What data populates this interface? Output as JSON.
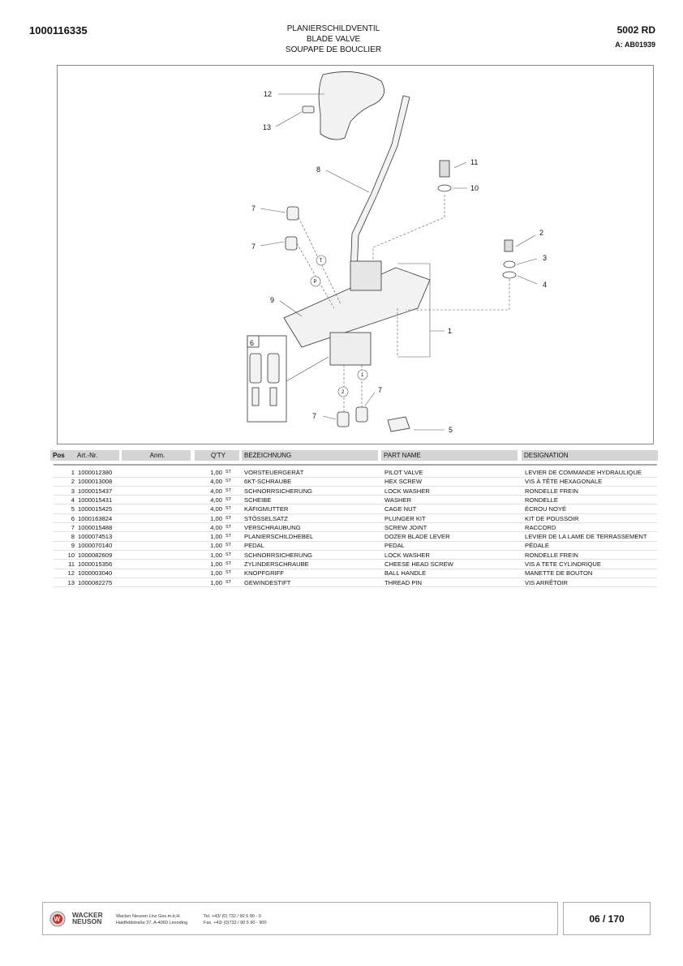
{
  "header": {
    "doc_number": "1000116335",
    "titles": [
      "PLANIERSCHILDVENTIL",
      "BLADE VALVE",
      "SOUPAPE DE BOUCLIER"
    ],
    "model": "5002 RD",
    "article_ref": "A: AB01939"
  },
  "diagram": {
    "callouts": [
      "12",
      "13",
      "8",
      "11",
      "10",
      "7",
      "7",
      "2",
      "3",
      "4",
      "9",
      "1",
      "6",
      "7",
      "7",
      "5"
    ],
    "port_labels": [
      "T",
      "P",
      "1",
      "2"
    ]
  },
  "table": {
    "headers": {
      "pos": "Pos",
      "art": "Art.-Nr.",
      "anm": "Anm.",
      "qty": "Q'TY",
      "bez": "BEZEICHNUNG",
      "part": "PART NAME",
      "des": "DESIGNATION"
    },
    "rows": [
      {
        "pos": "1",
        "art": "1000012380",
        "qty": "1,00",
        "unit": "ST",
        "bez": "VORSTEUERGERÄT",
        "part": "PILOT VALVE",
        "des": "LEVIER DE COMMANDE HYDRAULIQUE"
      },
      {
        "pos": "2",
        "art": "1000013008",
        "qty": "4,00",
        "unit": "ST",
        "bez": "6KT-SCHRAUBE",
        "part": "HEX SCREW",
        "des": "VIS À TÊTE HEXAGONALE"
      },
      {
        "pos": "3",
        "art": "1000015437",
        "qty": "4,00",
        "unit": "ST",
        "bez": "SCHNORRSICHERUNG",
        "part": "LOCK WASHER",
        "des": "RONDELLE FREIN"
      },
      {
        "pos": "4",
        "art": "1000015431",
        "qty": "4,00",
        "unit": "ST",
        "bez": "SCHEIBE",
        "part": "WASHER",
        "des": "RONDELLE"
      },
      {
        "pos": "5",
        "art": "1000015425",
        "qty": "4,00",
        "unit": "ST",
        "bez": "KÄFIGMUTTER",
        "part": "CAGE NUT",
        "des": "ÉCROU NOYÉ"
      },
      {
        "pos": "6",
        "art": "1000163824",
        "qty": "1,00",
        "unit": "ST",
        "bez": "STÖSSELSATZ",
        "part": "PLUNGER KIT",
        "des": "KIT DE POUSSOIR"
      },
      {
        "pos": "7",
        "art": "1000015488",
        "qty": "4,00",
        "unit": "ST",
        "bez": "VERSCHRAUBUNG",
        "part": "SCREW JOINT",
        "des": "RACCORD"
      },
      {
        "pos": "8",
        "art": "1000074513",
        "qty": "1,00",
        "unit": "ST",
        "bez": "PLANIERSCHILDHEBEL",
        "part": "DOZER BLADE LEVER",
        "des": "LEVIER DE LA LAME DE TERRASSEMENT"
      },
      {
        "pos": "9",
        "art": "1000070140",
        "qty": "1,00",
        "unit": "ST",
        "bez": "PEDAL",
        "part": "PEDAL",
        "des": "PÉDALE"
      },
      {
        "pos": "10",
        "art": "1000082609",
        "qty": "1,00",
        "unit": "ST",
        "bez": "SCHNORRSICHERUNG",
        "part": "LOCK WASHER",
        "des": "RONDELLE FREIN"
      },
      {
        "pos": "11",
        "art": "1000015356",
        "qty": "1,00",
        "unit": "ST",
        "bez": "ZYLINDERSCHRAUBE",
        "part": "CHEESE HEAD SCREW",
        "des": "VIS A TETE CYLINDRIQUE"
      },
      {
        "pos": "12",
        "art": "1000003040",
        "qty": "1,00",
        "unit": "ST",
        "bez": "KNOPFGRIFF",
        "part": "BALL HANDLE",
        "des": "MANETTE DE BOUTON"
      },
      {
        "pos": "13",
        "art": "1000082275",
        "qty": "1,00",
        "unit": "ST",
        "bez": "GEWINDESTIFT",
        "part": "THREAD PIN",
        "des": "VIS ARRÊTOIR"
      }
    ]
  },
  "footer": {
    "logo": "WACKER NEUSON",
    "company": "Wacker Neuson Linz  Ges.m.b.H.",
    "address": "Haidfeldstraße 37, A-4060 Leonding",
    "tel": "Tel. +43/ (0) 732 / 90 5 90 - 0",
    "fax": "Fax. +43/ (0)732 / 90 5 90 - 900",
    "page": "06 / 170"
  }
}
